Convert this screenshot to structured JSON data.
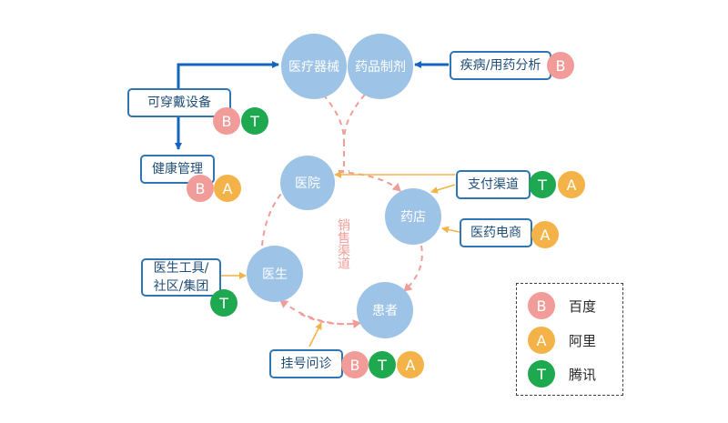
{
  "nodes": {
    "medical_devices": "医疗器械",
    "pharmaceuticals": "药品制剂",
    "hospital": "医院",
    "pharmacy": "药店",
    "doctor": "医生",
    "patient": "患者"
  },
  "boxes": {
    "disease_drug_analysis": "疾病/用药分析",
    "wearable_devices": "可穿戴设备",
    "health_management": "健康管理",
    "payment_channels": "支付渠道",
    "pharma_ecommerce": "医药电商",
    "doctor_tools": "医生工具/\n社区/集团",
    "registration_consult": "挂号问诊"
  },
  "channel_label": "销售渠道",
  "badge_letters": {
    "baidu": "B",
    "alibaba": "A",
    "tencent": "T"
  },
  "legend": [
    {
      "letter": "B",
      "name": "百度",
      "color": "#f19c99"
    },
    {
      "letter": "A",
      "name": "阿里",
      "color": "#f4b349"
    },
    {
      "letter": "T",
      "name": "腾讯",
      "color": "#1ea850"
    }
  ],
  "colors": {
    "node_fill": "#9dc3e6",
    "box_border": "#2e75b6",
    "supply_arrow": "#1565c0",
    "channel_dashed": "#f19c99",
    "feed_arrow": "#f4b349"
  }
}
